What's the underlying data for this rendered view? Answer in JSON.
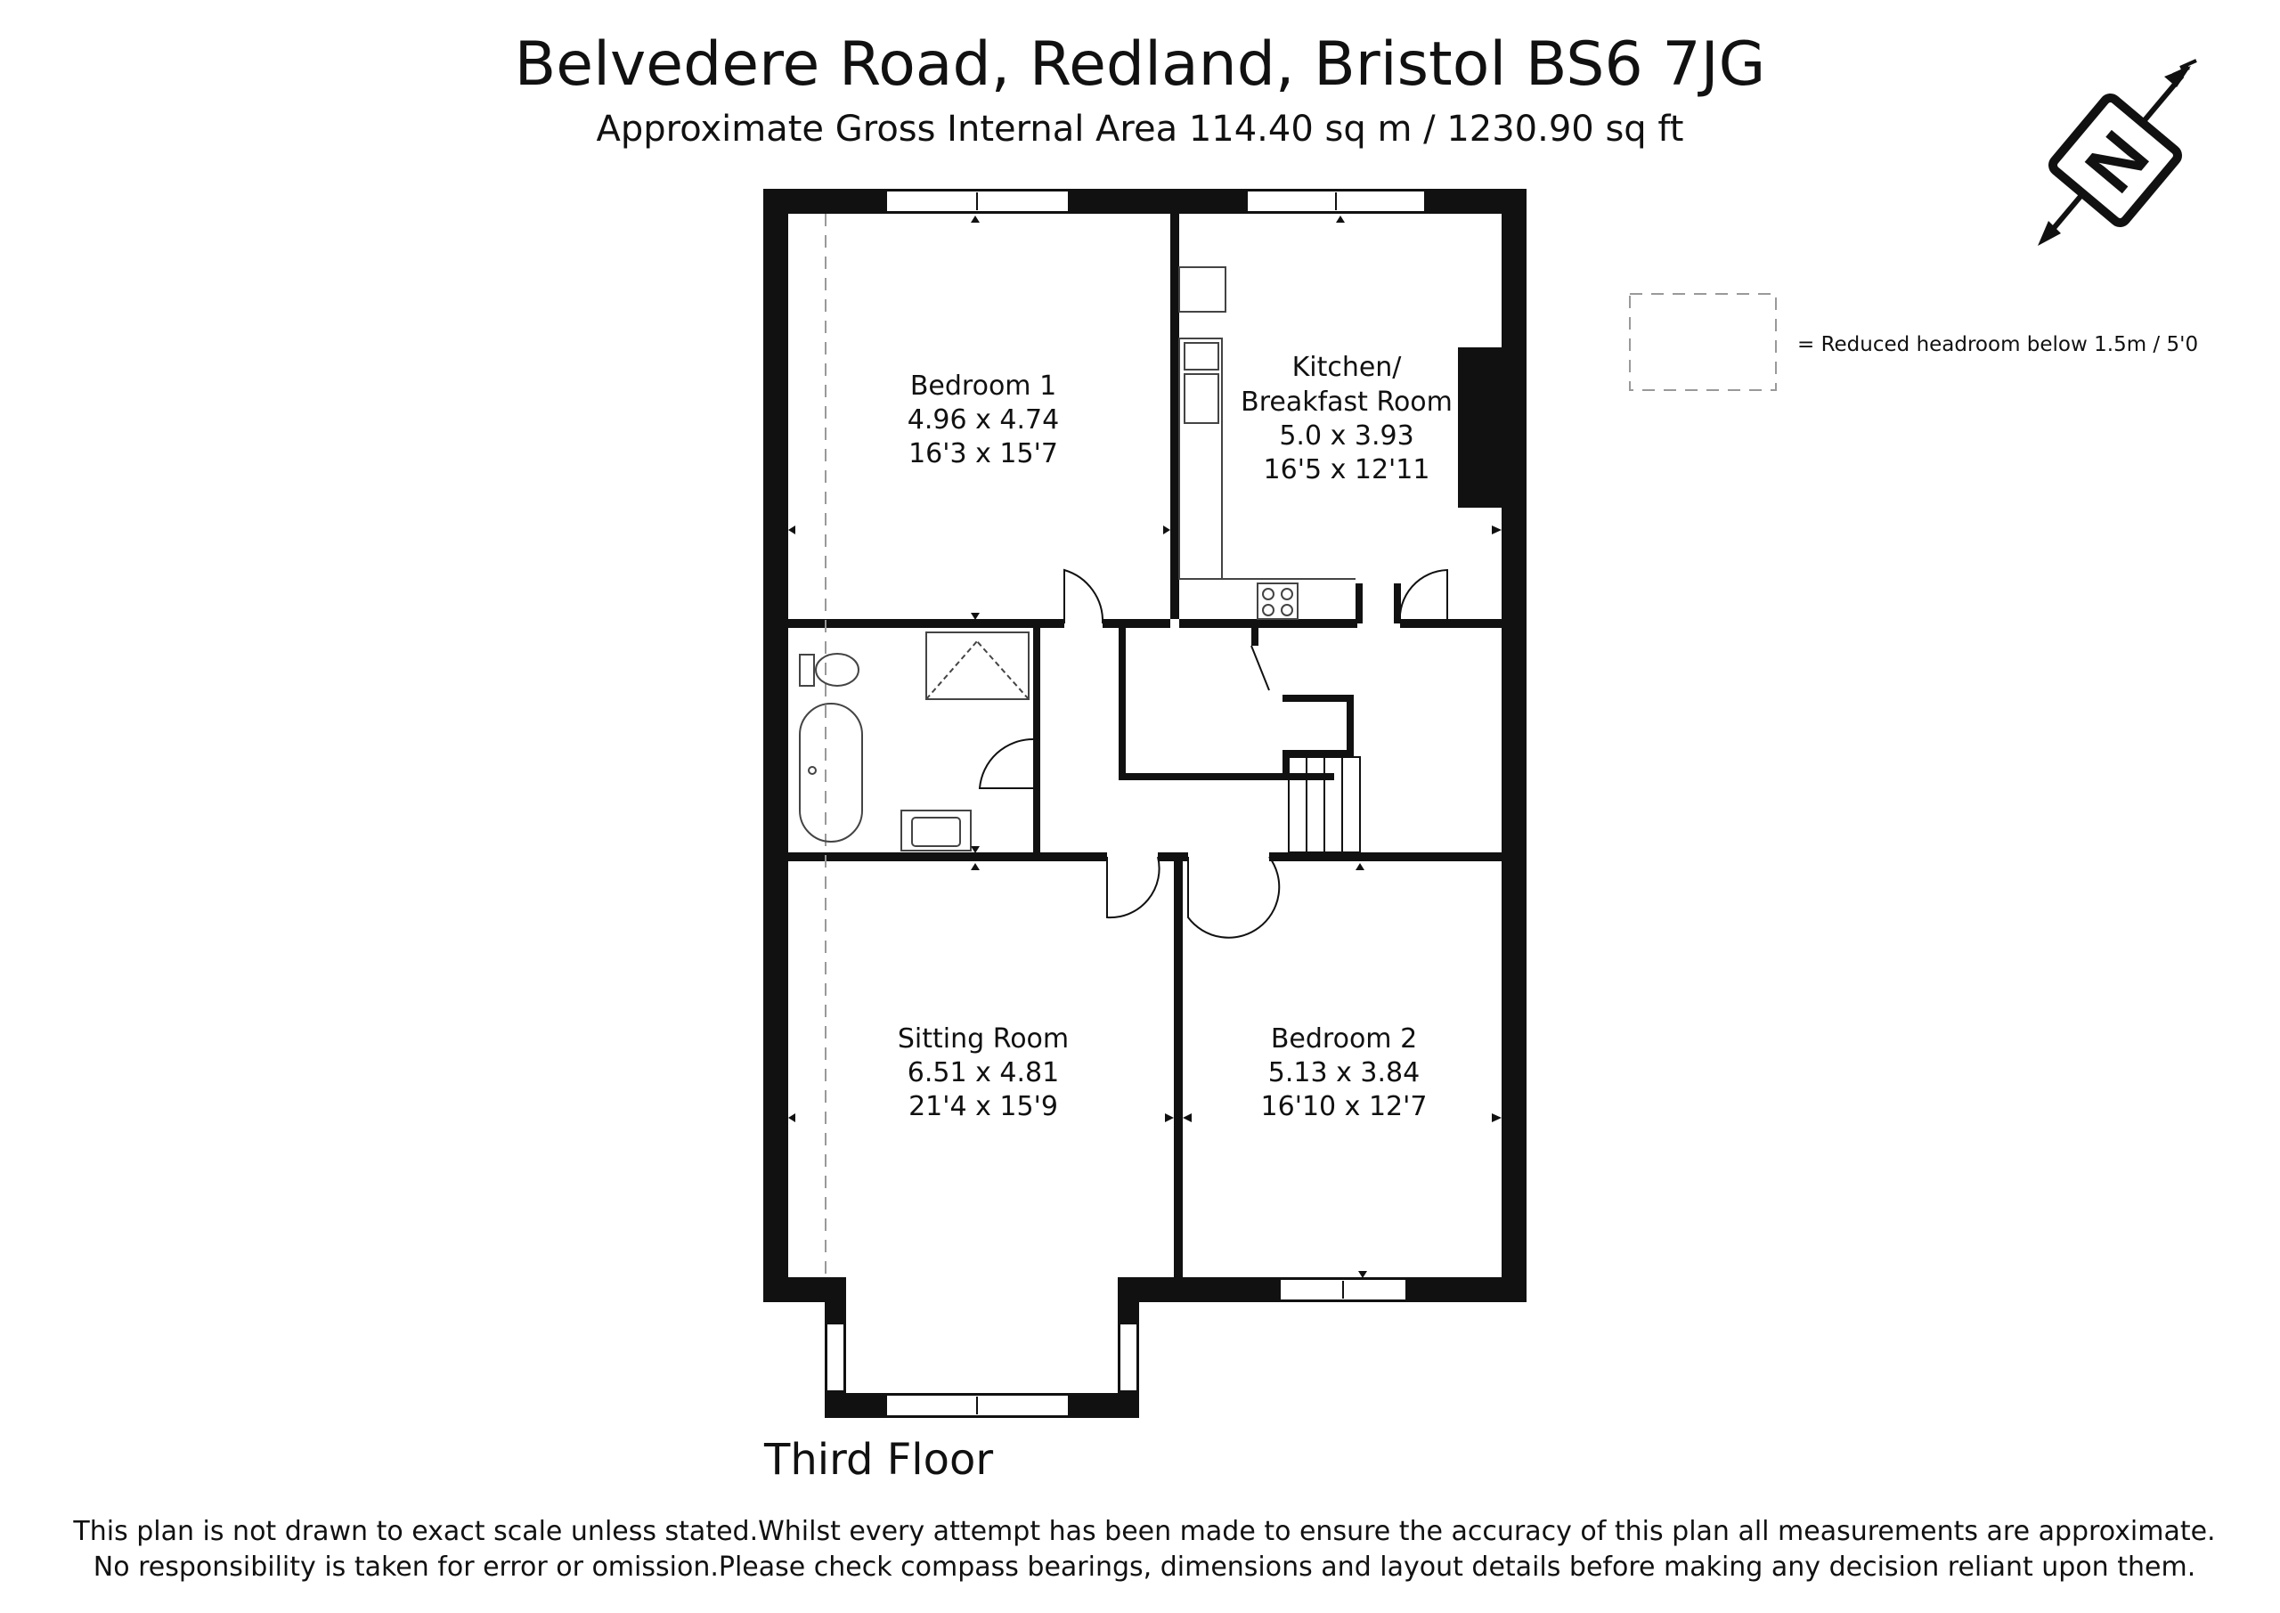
{
  "header": {
    "title": "Belvedere Road, Redland, Bristol BS6 7JG",
    "subtitle": "Approximate Gross Internal Area 114.40 sq m / 1230.90 sq ft"
  },
  "compass": {
    "icon": "north-arrow-icon",
    "letter": "N"
  },
  "legend": {
    "text": "=  Reduced headroom below 1.5m / 5'0"
  },
  "rooms": [
    {
      "name": "Bedroom 1",
      "metric": "4.96 x 4.74",
      "imperial": "16'3 x 15'7"
    },
    {
      "name": "Kitchen/",
      "name2": "Breakfast Room",
      "metric": "5.0 x 3.93",
      "imperial": "16'5 x 12'11"
    },
    {
      "name": "Sitting Room",
      "metric": "6.51 x 4.81",
      "imperial": "21'4 x 15'9"
    },
    {
      "name": "Bedroom 2",
      "metric": "5.13 x 3.84",
      "imperial": "16'10 x 12'7"
    }
  ],
  "floor_label": "Third Floor",
  "disclaimer": {
    "line1": "This plan is not drawn to exact scale unless stated.Whilst every attempt has been made to ensure the accuracy of this plan all measurements are approximate.",
    "line2": "No responsibility is taken for error or omission.Please check compass bearings, dimensions and layout details before making any decision reliant upon them."
  },
  "colors": {
    "wall": "#111111",
    "window": "#ffffff",
    "fixture": "#444444",
    "dash": "#999999"
  }
}
